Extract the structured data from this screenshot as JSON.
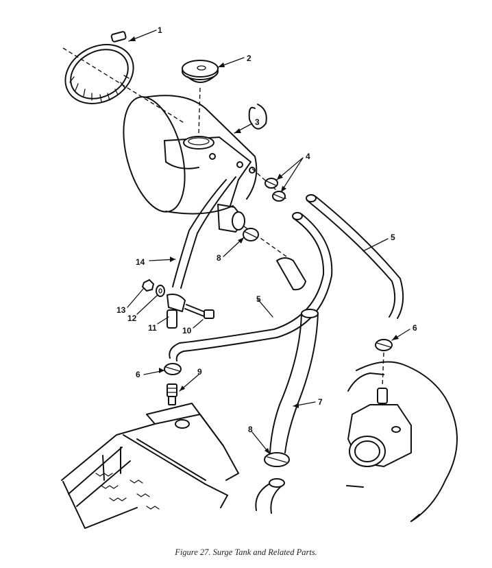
{
  "figure": {
    "caption": "Figure 27.  Surge Tank and Related Parts."
  },
  "callouts": {
    "c1": "1",
    "c2": "2",
    "c3": "3",
    "c4": "4",
    "c5a": "5",
    "c5b": "5",
    "c6a": "6",
    "c6b": "6",
    "c7": "7",
    "c8a": "8",
    "c8b": "8",
    "c9": "9",
    "c10": "10",
    "c11": "11",
    "c12": "12",
    "c13": "13",
    "c14": "14"
  }
}
